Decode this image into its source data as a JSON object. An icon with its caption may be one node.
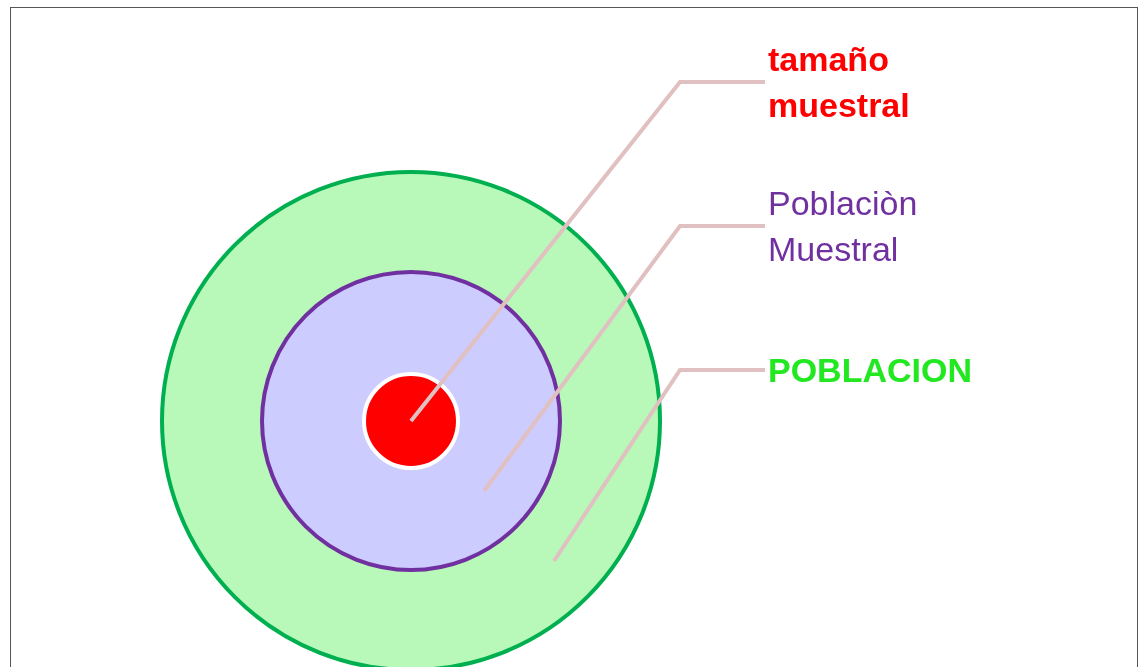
{
  "diagram": {
    "nodes": [
      {
        "text": [
          "tamaño muestral"
        ]
      },
      {
        "text": [
          "Poblaciòn Muestral"
        ]
      },
      {
        "text": [
          "POBLACION"
        ]
      },
      {
        "text": [],
        "shape": "circle"
      },
      {
        "text": [],
        "shape": "circle",
        "in": 3
      },
      {
        "text": [],
        "shape": "circle",
        "in": 4
      }
    ],
    "edges": [
      {
        "from": 0,
        "to": 5,
        "arrow": "none"
      },
      {
        "from": 1,
        "to": 4,
        "arrow": "none"
      },
      {
        "from": 2,
        "to": 3,
        "arrow": "none"
      }
    ]
  }
}
